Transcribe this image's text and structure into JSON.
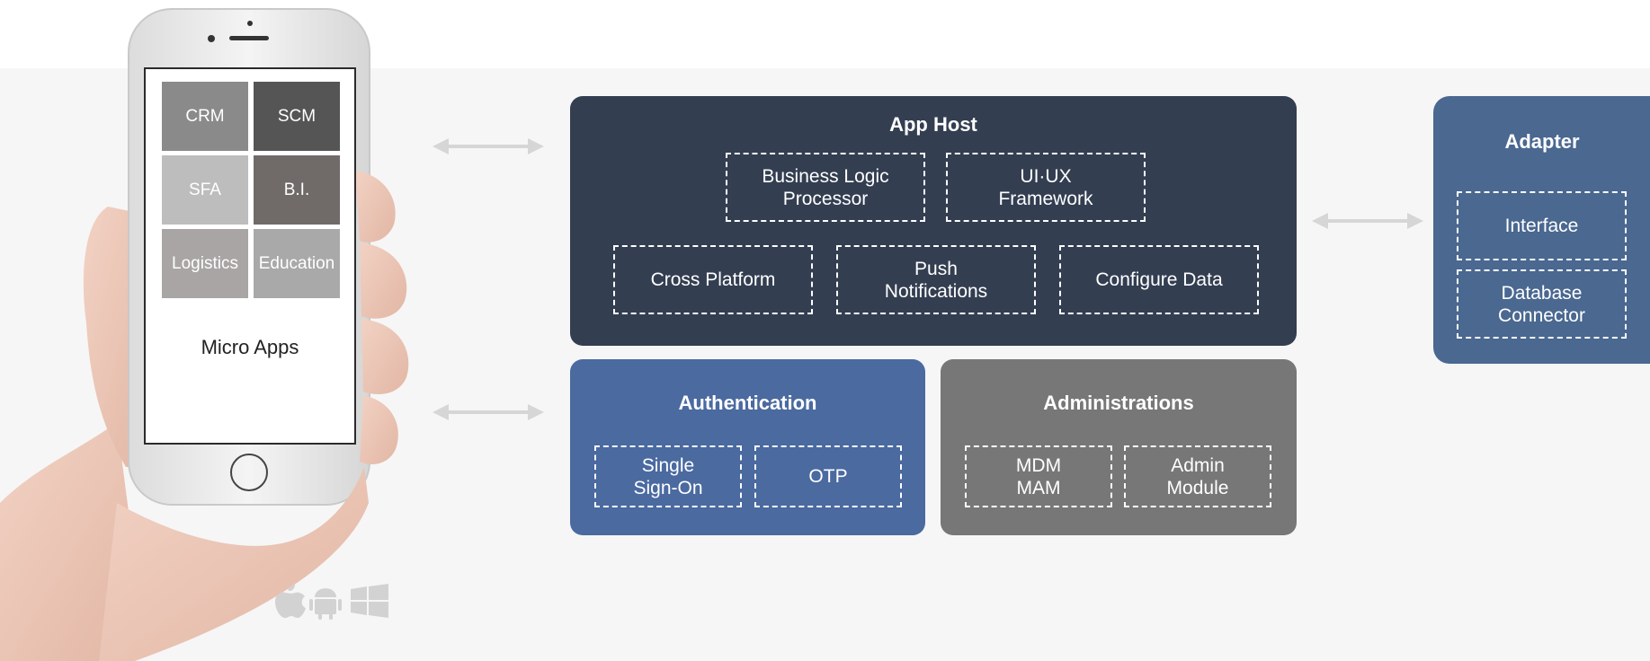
{
  "micro_apps": {
    "tiles": [
      {
        "label": "CRM",
        "color": "#8a8a8a"
      },
      {
        "label": "SCM",
        "color": "#555555"
      },
      {
        "label": "SFA",
        "color": "#bdbdbd"
      },
      {
        "label": "B.I.",
        "color": "#706b69"
      },
      {
        "label": "Logistics",
        "color": "#a8a5a4"
      },
      {
        "label": "Education",
        "color": "#a9a9a9"
      }
    ],
    "caption": "Micro Apps"
  },
  "app_host": {
    "title": "App Host",
    "color": "#333e51",
    "modules": [
      "Business Logic\nProcessor",
      "UI·UX\nFramework",
      "Cross Platform",
      "Push\nNotifications",
      "Configure Data"
    ]
  },
  "authentication": {
    "title": "Authentication",
    "color": "#4a6aa0",
    "modules": [
      "Single\nSign-On",
      "OTP"
    ]
  },
  "administrations": {
    "title": "Administrations",
    "color": "#777777",
    "modules": [
      "MDM\nMAM",
      "Admin\nModule"
    ]
  },
  "adapter": {
    "title": "Adapter",
    "color": "#4a6890",
    "modules": [
      "Interface",
      "Database\nConnector"
    ]
  },
  "platforms": [
    "apple-icon",
    "android-icon",
    "windows-icon"
  ]
}
